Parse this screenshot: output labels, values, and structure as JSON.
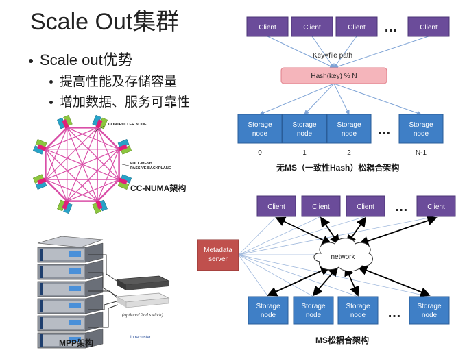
{
  "slide": {
    "title": "Scale Out集群",
    "bullet_main": "Scale out优势",
    "bullets_sub": [
      "提高性能及存储容量",
      "增加数据、服务可靠性"
    ]
  },
  "left_figures": {
    "numa_caption": "CC-NUMA架构",
    "numa_controller_label": "CONTROLLER NODE",
    "numa_backplane_label": "FULL-MESH\nPASSIVE BACKPLANE",
    "mpp_caption": "MPP架构",
    "mpp_switch_note": "(optional 2nd switch)",
    "mpp_intracluster": "Intracluster"
  },
  "top_diagram": {
    "clients": [
      "Client",
      "Client",
      "Client",
      "Client"
    ],
    "ellipsis": "…",
    "key_label": "Key=file path",
    "hash_label": "Hash(key) % N",
    "storage_nodes": [
      "Storage\nnode",
      "Storage\nnode",
      "Storage\nnode",
      "Storage\nnode"
    ],
    "storage_indices": [
      "0",
      "1",
      "2",
      "N-1"
    ],
    "caption": "无MS（一致性Hash）松耦合架构"
  },
  "bottom_diagram": {
    "clients": [
      "Client",
      "Client",
      "Client",
      "Client"
    ],
    "ellipsis": "…",
    "metadata_label": "Metadata\nserver",
    "network_label": "network",
    "storage_nodes": [
      "Storage\nnode",
      "Storage\nnode",
      "Storage\nnode",
      "Storage\nnode"
    ],
    "caption": "MS松耦合架构"
  },
  "colors": {
    "client": "#6b4c9a",
    "storage": "#3f7fc6",
    "hash": "#f5b5bb",
    "metadata": "#c0504d",
    "numa_mesh": "#d94fa8"
  }
}
